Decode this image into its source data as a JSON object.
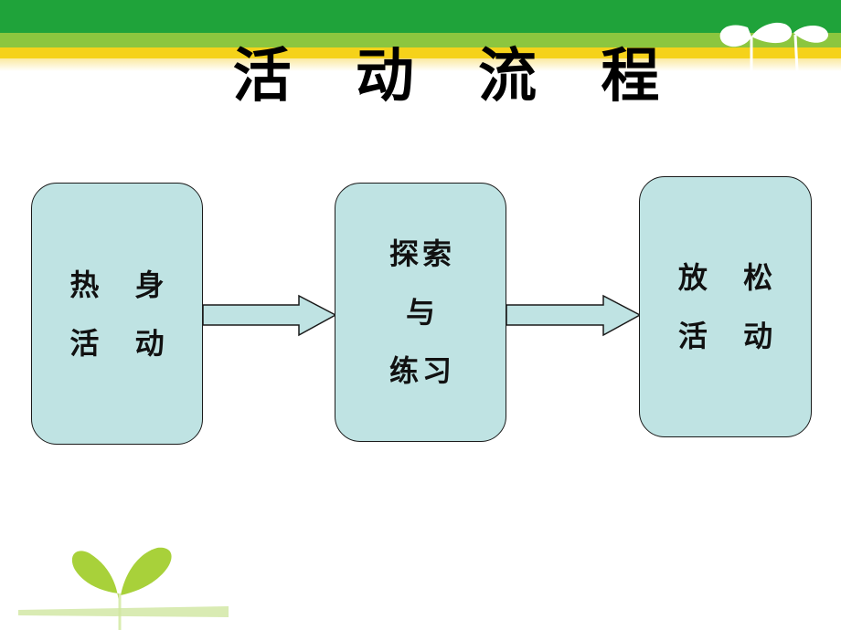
{
  "slide": {
    "title": "活 动 流 程",
    "steps": [
      {
        "line1": "热 身",
        "line2": "活 动"
      },
      {
        "line1": "探索",
        "line2": "与",
        "line3": "练习"
      },
      {
        "line1": "放 松",
        "line2": "活 动"
      }
    ]
  },
  "colors": {
    "top_band_green": "#1fa33a",
    "lime": "#8cc63f",
    "yellow": "#f5d21a",
    "box_fill": "#bfe3e3",
    "arrow_fill": "#bfe3e3",
    "sprout": "#a8d13a"
  },
  "icons": [
    "sprout-icon",
    "right-arrow-icon"
  ]
}
